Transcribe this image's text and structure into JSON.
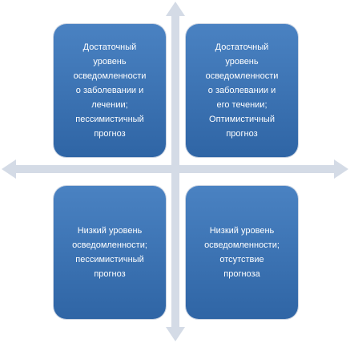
{
  "diagram": {
    "quadrants": [
      {
        "id": "top-left",
        "text": "Достаточный\nуровень\nосведомленности\nо заболевании и\nлечении;\nпессимистичный\nпрогноз"
      },
      {
        "id": "top-right",
        "text": "Достаточный\nуровень\nосведомленности\nо заболевании и\nего течении;\nОптимистичный\nпрогноз"
      },
      {
        "id": "bottom-left",
        "text": "Низкий уровень\nосведомленности;\nпессимистичный\nпрогноз"
      },
      {
        "id": "bottom-right",
        "text": "Низкий уровень\nосведомленности;\nотсутствие\nпрогноза"
      }
    ],
    "colors": {
      "box": "#3a72b0",
      "axis": "#d4dbe6"
    }
  }
}
